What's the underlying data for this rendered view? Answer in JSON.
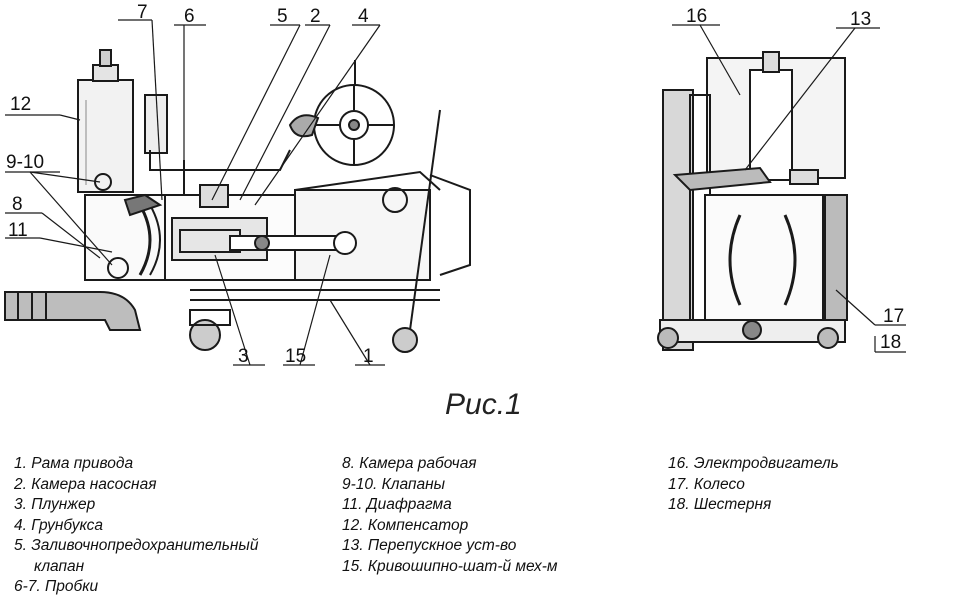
{
  "callouts": {
    "n1": "1",
    "n2": "2",
    "n3": "3",
    "n4": "4",
    "n5": "5",
    "n6": "6",
    "n7": "7",
    "n8": "8",
    "n9_10": "9-10",
    "n11": "11",
    "n12": "12",
    "n13": "13",
    "n15": "15",
    "n16": "16",
    "n17": "17",
    "n18": "18"
  },
  "caption": "Рис.1",
  "legend": {
    "col1": [
      "1. Рама привода",
      "2. Камера насосная",
      "3. Плунжер",
      "4. Грунбукса",
      "5. Заливочнопредохранительный",
      "клапан",
      "6-7. Пробки"
    ],
    "col2": [
      "8. Камера рабочая",
      "9-10. Клапаны",
      "11. Диафрагма",
      "12. Компенсатор",
      "13. Перепускное уст-во",
      "15. Кривошипно-шат-й мех-м"
    ],
    "col3": [
      "16. Электродвигатель",
      "17. Колесо",
      "18. Шестерня"
    ]
  }
}
